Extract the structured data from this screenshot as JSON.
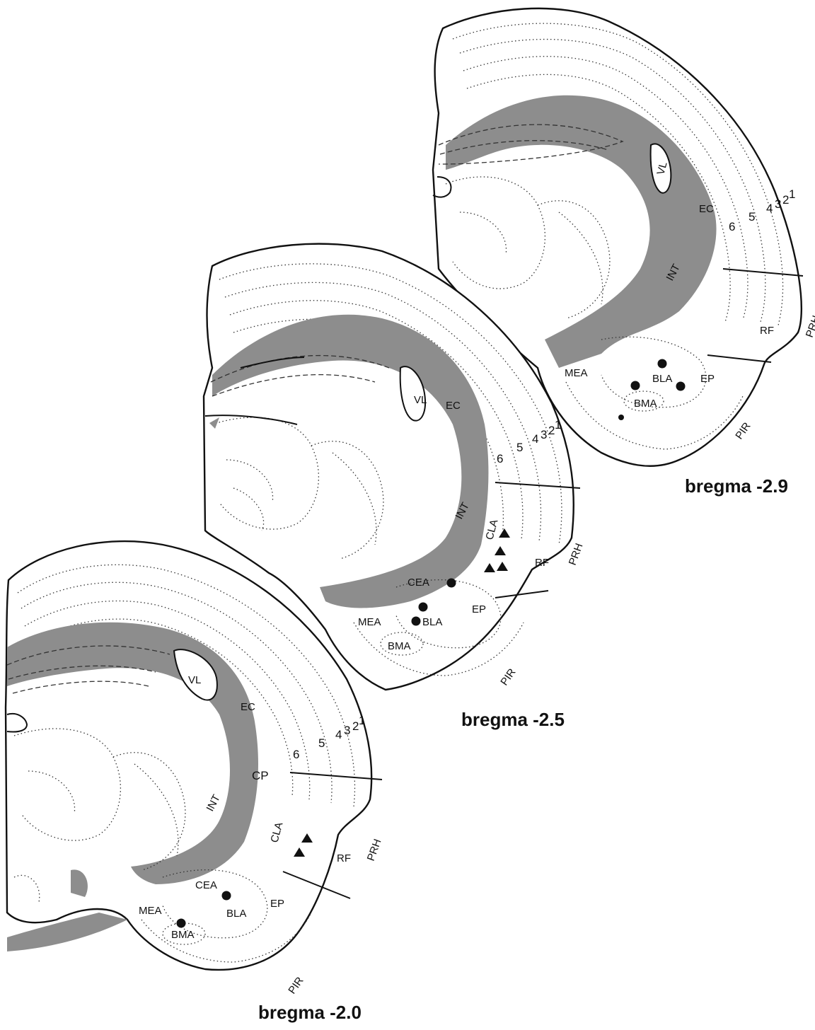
{
  "sections": [
    {
      "id": "bregma-2.9",
      "caption": "bregma -2.9",
      "labels": {
        "ec": "EC",
        "int": "INT",
        "vl": "VL",
        "l6": "6",
        "l5": "5",
        "l4": "4",
        "l3": "3",
        "l2": "2",
        "l1": "1",
        "prh": "PRH",
        "rf": "RF",
        "mea": "MEA",
        "bla": "BLA",
        "ep": "EP",
        "bma": "BMA",
        "pir": "PIR"
      },
      "markers": {
        "circles": 4,
        "triangles": 0
      }
    },
    {
      "id": "bregma-2.5",
      "caption": "bregma -2.5",
      "labels": {
        "ec": "EC",
        "int": "INT",
        "vl": "VL",
        "cla": "CLA",
        "l6": "6",
        "l5": "5",
        "l4": "4",
        "l3": "3",
        "l2": "2",
        "l1": "1",
        "prh": "PRH",
        "rf": "RF",
        "cea": "CEA",
        "mea": "MEA",
        "bla": "BLA",
        "ep": "EP",
        "bma": "BMA",
        "pir": "PIR"
      },
      "markers": {
        "circles": 3,
        "triangles": 4
      }
    },
    {
      "id": "bregma-2.0",
      "caption": "bregma -2.0",
      "labels": {
        "ec": "EC",
        "int": "INT",
        "vl": "VL",
        "cp": "CP",
        "cla": "CLA",
        "l6": "6",
        "l5": "5",
        "l4": "4",
        "l3": "3",
        "l2": "2",
        "l1": "1",
        "prh": "PRH",
        "rf": "RF",
        "cea": "CEA",
        "mea": "MEA",
        "bla": "BLA",
        "ep": "EP",
        "bma": "BMA",
        "pir": "PIR"
      },
      "markers": {
        "circles": 2,
        "triangles": 2
      }
    }
  ]
}
